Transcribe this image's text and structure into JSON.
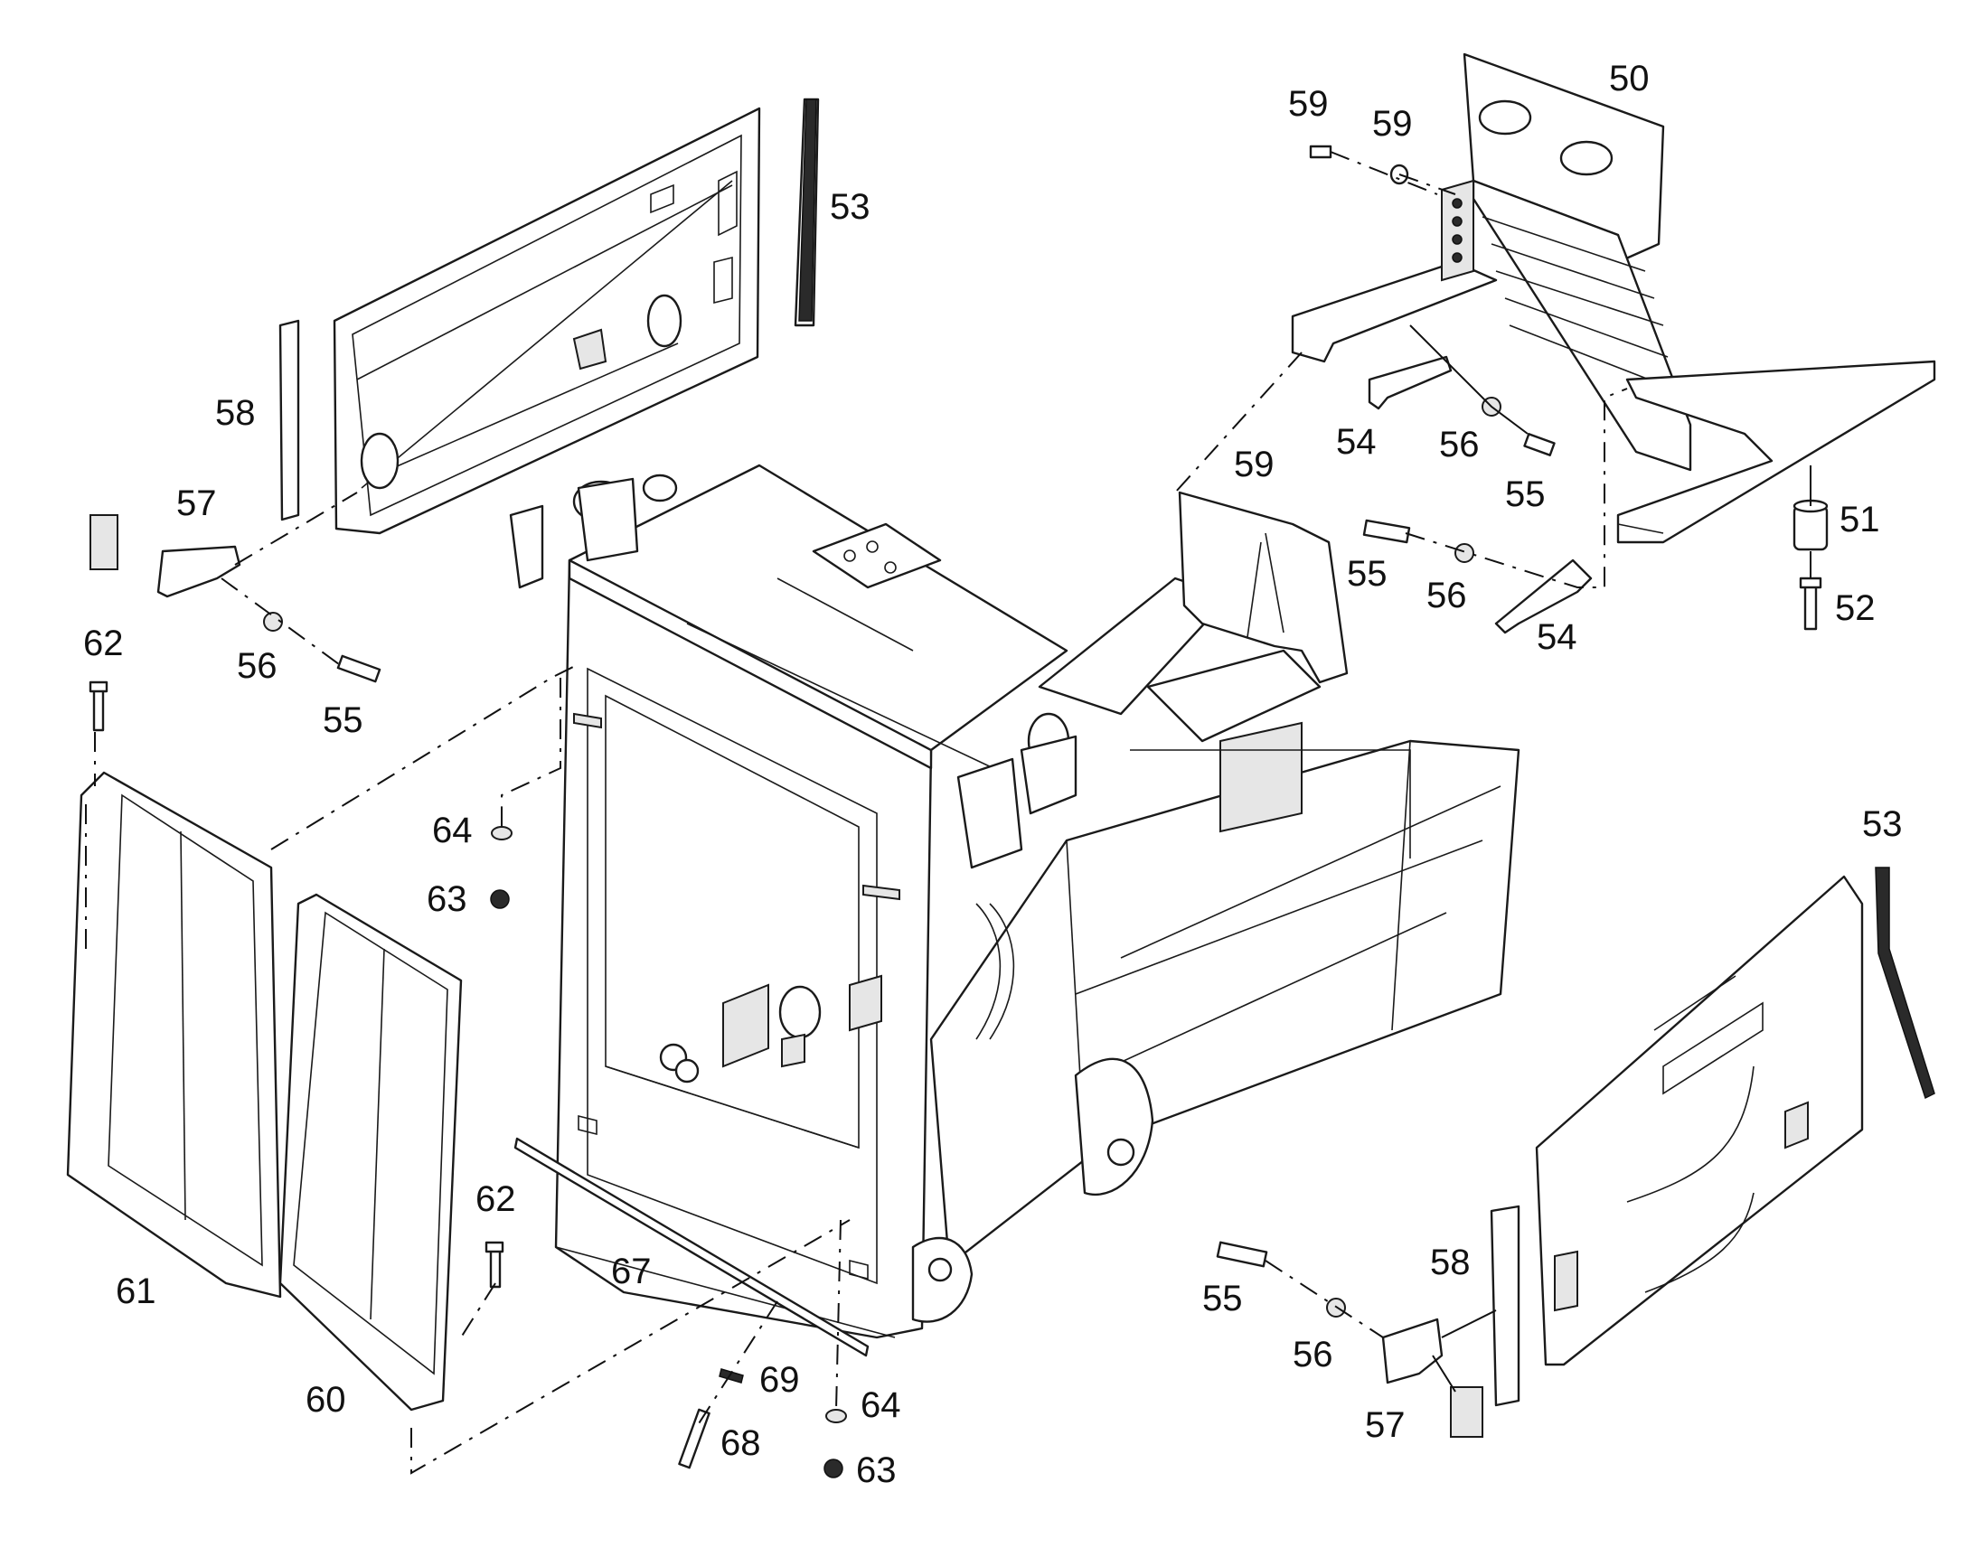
{
  "callouts": {
    "c50": "50",
    "c51": "51",
    "c52": "52",
    "c53": "53",
    "c54": "54",
    "c55": "55",
    "c56": "56",
    "c57": "57",
    "c58": "58",
    "c59": "59",
    "c60": "60",
    "c61": "61",
    "c62": "62",
    "c63": "63",
    "c64": "64",
    "c67": "67",
    "c68": "68",
    "c69": "69"
  }
}
